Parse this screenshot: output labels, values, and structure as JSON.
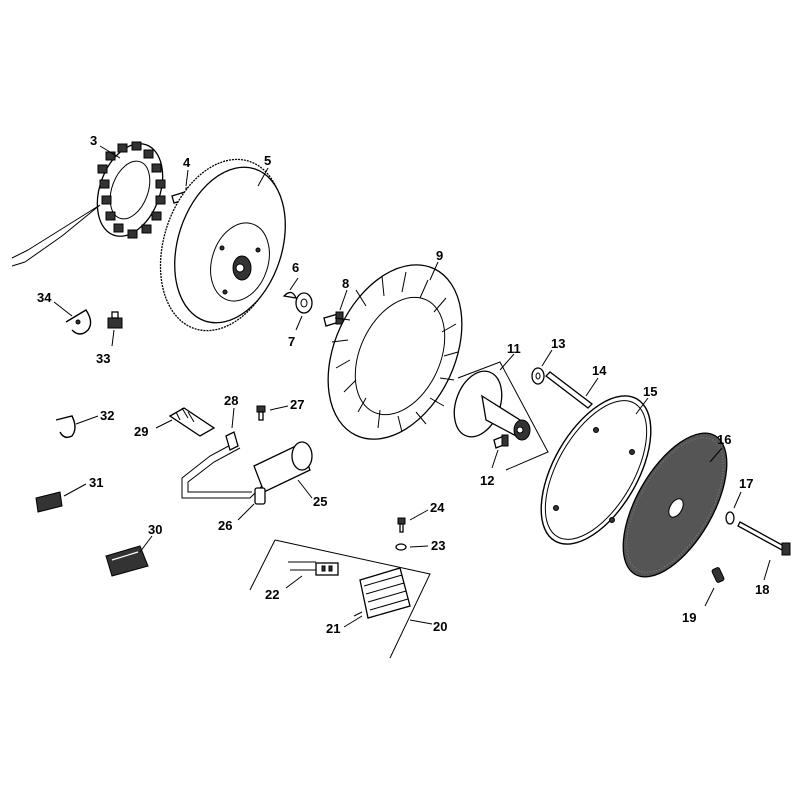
{
  "labels": {
    "p1": "3",
    "p2": "4",
    "p3": "5",
    "p4": "6",
    "p5": "7",
    "p6": "8",
    "p7": "9",
    "p8": "11",
    "p9": "12",
    "p10": "13",
    "p11": "14",
    "p12": "15",
    "p13": "16",
    "p14": "17",
    "p15": "18",
    "p16": "19",
    "p17": "20",
    "p18": "21",
    "p19": "22",
    "p20": "23",
    "p21": "24",
    "p22": "25",
    "p23": "26",
    "p24": "27",
    "p25": "28",
    "p26": "29",
    "p27": "30",
    "p28": "31",
    "p29": "32",
    "p30": "33",
    "p31": "34"
  }
}
